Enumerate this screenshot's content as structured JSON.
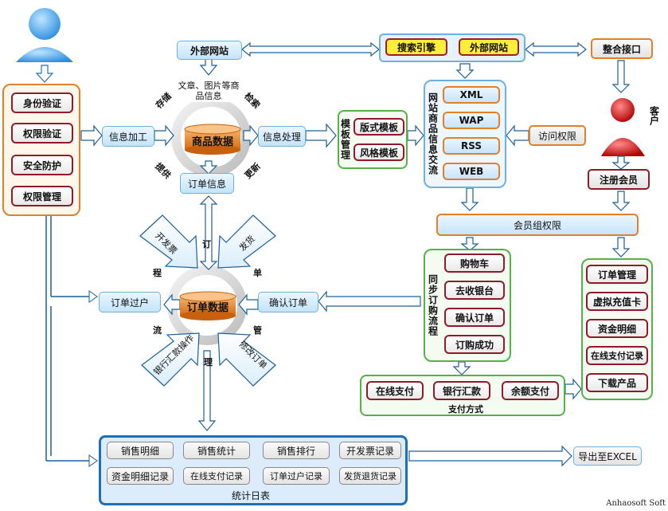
{
  "security": {
    "items": [
      "身份验证",
      "权限验证",
      "安全防护",
      "权限管理"
    ]
  },
  "product": {
    "external_site": "外部网站",
    "info_note": "文章、图片等商品信息",
    "db_label": "商品数据",
    "info_process": "信息加工",
    "info_handle": "信息处理",
    "order_info": "订单信息",
    "ring_labels": [
      "存储",
      "检索",
      "提供",
      "更新"
    ]
  },
  "templates": {
    "group_label": "模板管理",
    "items": [
      "版式模板",
      "风格模板"
    ]
  },
  "top": {
    "search_engine": "搜索引擎",
    "external_site": "外部网站",
    "integration": "整合接口"
  },
  "exchange": {
    "group_label": "网站商品信息交流",
    "items": [
      "XML",
      "WAP",
      "RSS",
      "WEB"
    ]
  },
  "customer": {
    "label": "客户",
    "access": "访问权限",
    "register": "注册会员",
    "member_group": "会员组权限"
  },
  "order_flow": {
    "group_label": "同步订购流程",
    "items": [
      "购物车",
      "去收银台",
      "确认订单",
      "订购成功"
    ]
  },
  "payment": {
    "group_label": "支付方式",
    "items": [
      "在线支付",
      "银行汇款",
      "余额支付"
    ]
  },
  "member_functions": {
    "items": [
      "订单管理",
      "虚拟充值卡",
      "资金明细",
      "在线支付记录",
      "下载产品"
    ]
  },
  "order_data": {
    "db_label": "订单数据",
    "order_transfer": "订单过户",
    "confirm_order": "确认订单",
    "invoice": "开发票",
    "ship": "发货",
    "bank_op": "银行汇款操作",
    "modify_order": "修改订单",
    "ring_labels": [
      "订",
      "单",
      "管",
      "理",
      "流",
      "程"
    ]
  },
  "stats": {
    "title": "统计日表",
    "items": [
      "销售明细",
      "销售统计",
      "销售排行",
      "开发票记录",
      "资金明细记录",
      "在线支付记录",
      "订单过户记录",
      "发货退货记录"
    ],
    "export": "导出至EXCEL"
  },
  "watermark": "Anhaosoft Soft"
}
